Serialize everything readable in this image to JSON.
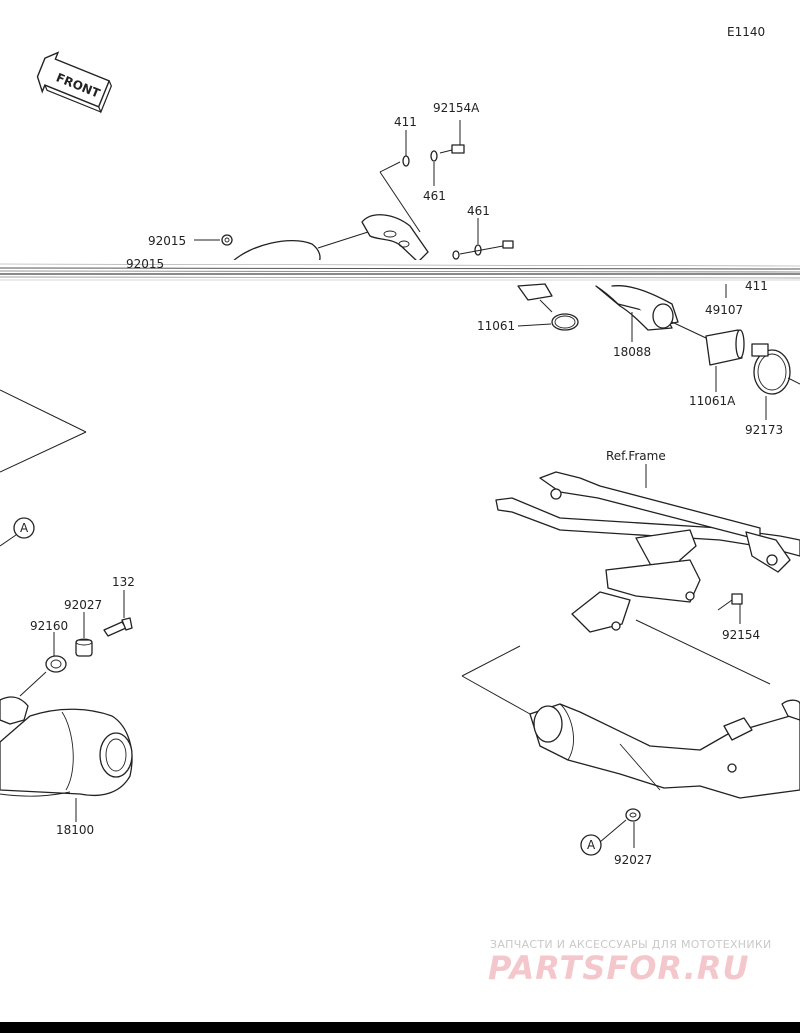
{
  "diagram_code": "E1140",
  "front_indicator": "FRONT",
  "ref_frame_label": "Ref.Frame",
  "callout_a": "A",
  "parts": {
    "p92154A": "92154A",
    "p411_top": "411",
    "p461_top": "461",
    "p461_mid": "461",
    "p92015": "92015",
    "p92015_cut": "92015",
    "p411_right": "411",
    "p49107": "49107",
    "p11061": "11061",
    "p18088": "18088",
    "p11061A": "11061A",
    "p92173": "92173",
    "p132": "132",
    "p92027_left": "92027",
    "p92160": "92160",
    "p18100": "18100",
    "p92154": "92154",
    "p92027_right": "92027"
  },
  "watermark": {
    "subtitle": "ЗАПЧАСТИ И АКСЕССУАРЫ ДЛЯ МОТОТЕХНИКИ",
    "brand": "PARTSFOR.RU"
  }
}
